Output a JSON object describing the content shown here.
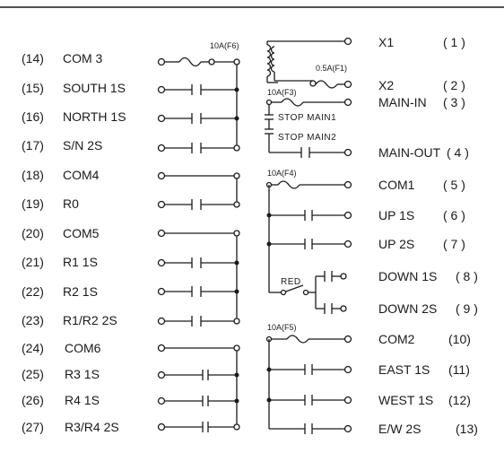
{
  "left_terminals": [
    {
      "num": "(14)",
      "name": "COM 3"
    },
    {
      "num": "(15)",
      "name": "SOUTH 1S"
    },
    {
      "num": "(16)",
      "name": "NORTH 1S"
    },
    {
      "num": "(17)",
      "name": "S/N 2S"
    },
    {
      "num": "(18)",
      "name": "COM4"
    },
    {
      "num": "(19)",
      "name": "R0"
    },
    {
      "num": "(20)",
      "name": "COM5"
    },
    {
      "num": "(21)",
      "name": "R1 1S"
    },
    {
      "num": "(22)",
      "name": "R2 1S"
    },
    {
      "num": "(23)",
      "name": "R1/R2 2S"
    },
    {
      "num": "(24)",
      "name": "COM6"
    },
    {
      "num": "(25)",
      "name": "R3 1S"
    },
    {
      "num": "(26)",
      "name": "R4 1S"
    },
    {
      "num": "(27)",
      "name": "R3/R4 2S"
    }
  ],
  "right_terminals": [
    {
      "name": "X1",
      "num": "( 1 )"
    },
    {
      "name": "X2",
      "num": "( 2 )"
    },
    {
      "name": "MAIN-IN",
      "num": "( 3 )"
    },
    {
      "name": "MAIN-OUT",
      "num": "( 4 )"
    },
    {
      "name": "COM1",
      "num": "( 5 )"
    },
    {
      "name": "UP 1S",
      "num": "( 6 )"
    },
    {
      "name": "UP 2S",
      "num": "( 7 )"
    },
    {
      "name": "DOWN 1S",
      "num": "( 8 )"
    },
    {
      "name": "DOWN 2S",
      "num": "( 9 )"
    },
    {
      "name": "COM2",
      "num": "(10)"
    },
    {
      "name": "EAST 1S",
      "num": "(11)"
    },
    {
      "name": "WEST 1S",
      "num": "(12)"
    },
    {
      "name": "E/W 2S",
      "num": "(13)"
    }
  ],
  "fuses": {
    "f6": "10A(F6)",
    "f1": "0.5A(F1)",
    "f3": "10A(F3)",
    "f4": "10A(F4)",
    "f5": "10A(F5)"
  },
  "controls": {
    "stop_main1": "STOP MAIN1",
    "stop_main2": "STOP MAIN2",
    "red": "RED"
  }
}
